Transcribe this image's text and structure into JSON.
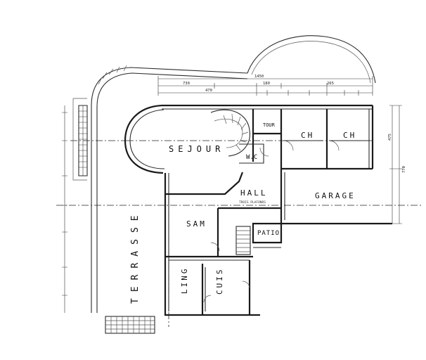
{
  "rooms": {
    "sejour": "SEJOUR",
    "hall": "HALL",
    "garage": "GARAGE",
    "sam": "SAM",
    "patio": "PATIO",
    "ling": "LING",
    "cuis": "CUIS",
    "ch1": "CH",
    "ch2": "CH",
    "wc": "W.C",
    "tour": "TOUR",
    "terrasse": "TERRASSE"
  },
  "dimensions": {
    "top_total": "1450",
    "top_a": "730",
    "top_b": "180",
    "top_c": "265",
    "top_d": "470",
    "right_a": "475",
    "right_b": "770",
    "passage": "TROIS PLAFONDS"
  }
}
